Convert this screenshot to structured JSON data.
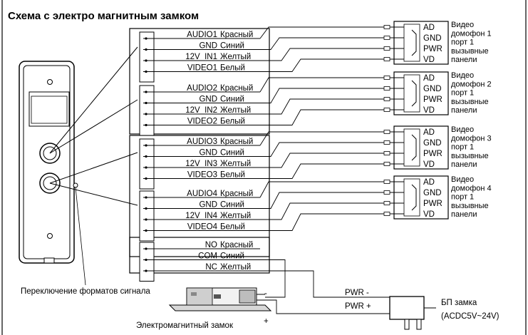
{
  "title": "Схема с электро магнитным замком",
  "groups": [
    {
      "rows": [
        {
          "label": "AUDIO1",
          "color": "Красный"
        },
        {
          "label": "GND",
          "color": "Синий"
        },
        {
          "label": "12V_IN1",
          "color": "Желтый"
        },
        {
          "label": "VIDEO1",
          "color": "Белый"
        }
      ]
    },
    {
      "rows": [
        {
          "label": "AUDIO2",
          "color": "Красный"
        },
        {
          "label": "GND",
          "color": "Синий"
        },
        {
          "label": "12V_IN2",
          "color": "Желтый"
        },
        {
          "label": "VIDEO2",
          "color": "Белый"
        }
      ]
    },
    {
      "rows": [
        {
          "label": "AUDIO3",
          "color": "Красный"
        },
        {
          "label": "GND",
          "color": "Синий"
        },
        {
          "label": "12V_IN3",
          "color": "Желтый"
        },
        {
          "label": "VIDEO3",
          "color": "Белый"
        }
      ]
    },
    {
      "rows": [
        {
          "label": "AUDIO4",
          "color": "Красный"
        },
        {
          "label": "GND",
          "color": "Синий"
        },
        {
          "label": "12V_IN4",
          "color": "Желтый"
        },
        {
          "label": "VIDEO4",
          "color": "Белый"
        }
      ]
    },
    {
      "rows": [
        {
          "label": "NO",
          "color": "Красный"
        },
        {
          "label": "COM",
          "color": "Синий"
        },
        {
          "label": "NC",
          "color": "Желтый"
        }
      ]
    }
  ],
  "connectors": [
    {
      "pins": [
        "AD",
        "GND",
        "PWR",
        "VD"
      ],
      "desc": [
        "Видео",
        "домофон 1",
        "порт 1",
        "вызывные",
        "панели"
      ]
    },
    {
      "pins": [
        "AD",
        "GND",
        "PWR",
        "VD"
      ],
      "desc": [
        "Видео",
        "домофон 2",
        "порт 1",
        "вызывные",
        "панели"
      ]
    },
    {
      "pins": [
        "AD",
        "GND",
        "PWR",
        "VD"
      ],
      "desc": [
        "Видео",
        "домофон 3",
        "порт 1",
        "вызывные",
        "панели"
      ]
    },
    {
      "pins": [
        "AD",
        "GND",
        "PWR",
        "VD"
      ],
      "desc": [
        "Видео",
        "домофон 4",
        "порт 1",
        "вызывные",
        "панели"
      ]
    }
  ],
  "switch_label": "Переключение форматов сигнала",
  "lock_label": "Электромагнитный замок",
  "lock_minus": "-",
  "lock_plus": "+",
  "pwr_minus": "PWR -",
  "pwr_plus": "PWR +",
  "psu_label": "БП замка",
  "psu_spec": "(ACDC5V~24V)"
}
